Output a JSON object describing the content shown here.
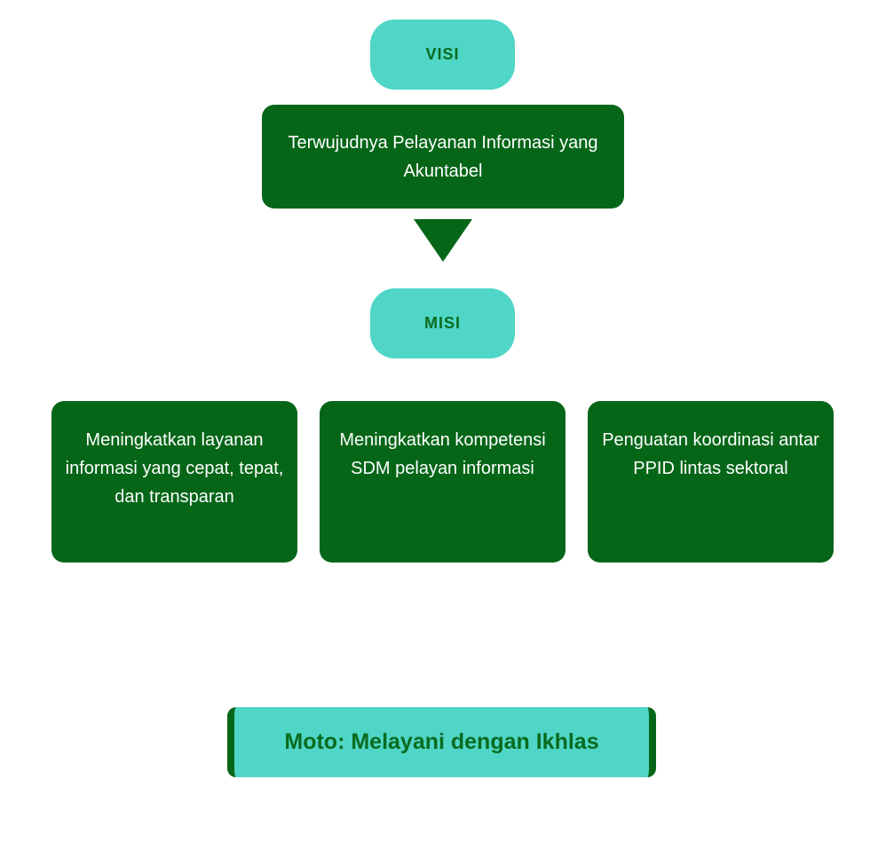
{
  "visi": {
    "label": "VISI",
    "statement": "Terwujudnya Pelayanan Informasi yang Akuntabel"
  },
  "misi": {
    "label": "MISI",
    "items": [
      {
        "text": "Meningkatkan layanan informasi yang cepat, tepat, dan transparan"
      },
      {
        "text": "Meningkatkan kompetensi SDM pelayan informasi"
      },
      {
        "text": "Penguatan koordinasi antar PPID lintas sektoral"
      }
    ]
  },
  "moto": {
    "text": "Moto: Melayani dengan Ikhlas"
  },
  "colors": {
    "dark_green": "#066618",
    "teal": "#4fd6c6",
    "pill_text": "#0a6b20",
    "box_text": "#ffffff"
  }
}
